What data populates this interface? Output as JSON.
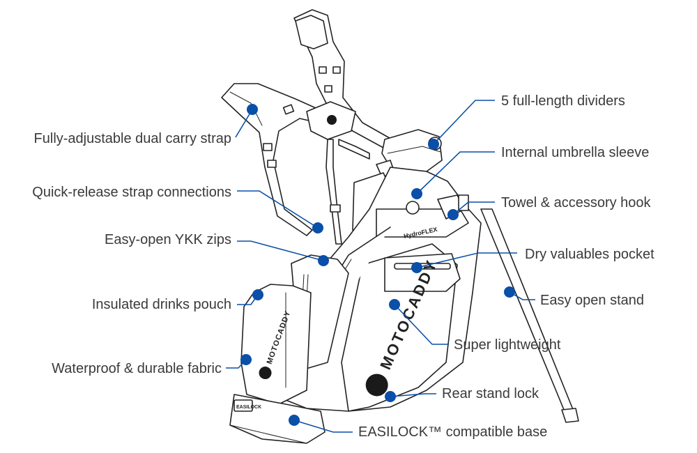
{
  "callouts": [
    {
      "id": "carry-strap",
      "label": "Fully-adjustable dual carry strap"
    },
    {
      "id": "strap-connections",
      "label": "Quick-release strap connections"
    },
    {
      "id": "ykk-zips",
      "label": "Easy-open YKK zips"
    },
    {
      "id": "drinks-pouch",
      "label": "Insulated drinks pouch"
    },
    {
      "id": "waterproof-fabric",
      "label": "Waterproof  & durable fabric"
    },
    {
      "id": "dividers",
      "label": "5 full-length dividers"
    },
    {
      "id": "umbrella-sleeve",
      "label": "Internal umbrella sleeve"
    },
    {
      "id": "towel-hook",
      "label": "Towel & accessory hook"
    },
    {
      "id": "valuables-pocket",
      "label": "Dry valuables pocket"
    },
    {
      "id": "open-stand",
      "label": "Easy open stand"
    },
    {
      "id": "lightweight",
      "label": "Super lightweight"
    },
    {
      "id": "stand-lock",
      "label": "Rear stand lock"
    },
    {
      "id": "easilock-base",
      "label": "EASILOCK™ compatible base"
    }
  ],
  "bag_branding": {
    "main_logo": "MOTOCADDY",
    "pouch_logo": "MOTOCADDY",
    "fabric_label": "HydroFLEX",
    "base_badge": "EASILOCK"
  },
  "colors": {
    "accent": "#0a4fa8",
    "text": "#3a3a3a",
    "ink": "#222222"
  }
}
